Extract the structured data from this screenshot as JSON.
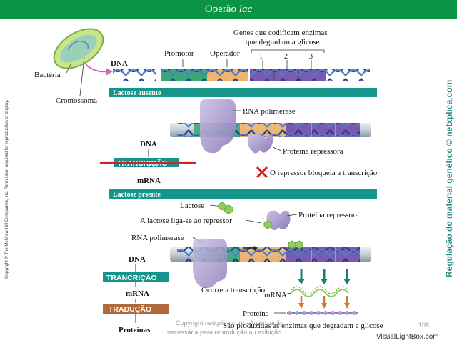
{
  "title": {
    "main": "Operão",
    "italic": "lac"
  },
  "labels": {
    "genes_line1": "Genes que codificam enzimas",
    "genes_line2": "que degradam a glicose",
    "gene1": "1",
    "gene2": "2",
    "gene3": "3",
    "dna": "DNA",
    "bacteria": "Bactéria",
    "cromossoma": "Cromossoma",
    "promotor": "Promotor",
    "operador": "Operador",
    "lactose_ausente": "Lactose ausente",
    "rna_polimerase": "RNA polimerase",
    "proteina_repressora": "Proteína repressora",
    "repressor_bloqueia": "O repressor bloqueia a transcrição",
    "dna2": "DNA",
    "transcricao_x": "TRANCRIÇÃO",
    "mrna": "mRNA",
    "lactose_presente": "Lactose prsente",
    "lactose": "Lactose",
    "lactose_liga": "A lactose liga-se ao repressor",
    "proteina_repressora2": "Proteína repressora",
    "rna_polimerase2": "RNA polimerase",
    "dna3": "DNA",
    "transcricao": "TRANCRIÇÃO",
    "mrna2": "mRNA",
    "traducao": "TRADUÇÃO",
    "proteinas": "Proteínas",
    "ocorre_transcricao": "Ocorre a transcrição",
    "mrna3": "mRNA",
    "proteina": "Proteína",
    "sao_produzidas": "São produzidas as enzimas que degradam a glicose"
  },
  "side_copyright": "Copyright © The McGraw-Hill Companies, Inc. Permission required for reproduction or display.",
  "side_title": "Regulação do material genético © netxplica.com",
  "footer": {
    "watermark_line1": "Copyright netxplica.com - Autorização",
    "watermark_line2": "necessária para reprodução ou exibição.",
    "page_number": "108",
    "site": "VisualLightBox.com"
  },
  "colors": {
    "title_bg": "#0b9443",
    "teal_bar": "#16958d",
    "promoter": "#3aa876",
    "operator": "#f1b46b",
    "genes": "#7a5ab0",
    "polymerase": "#a99ccc",
    "side_title": "#2a8f88"
  }
}
